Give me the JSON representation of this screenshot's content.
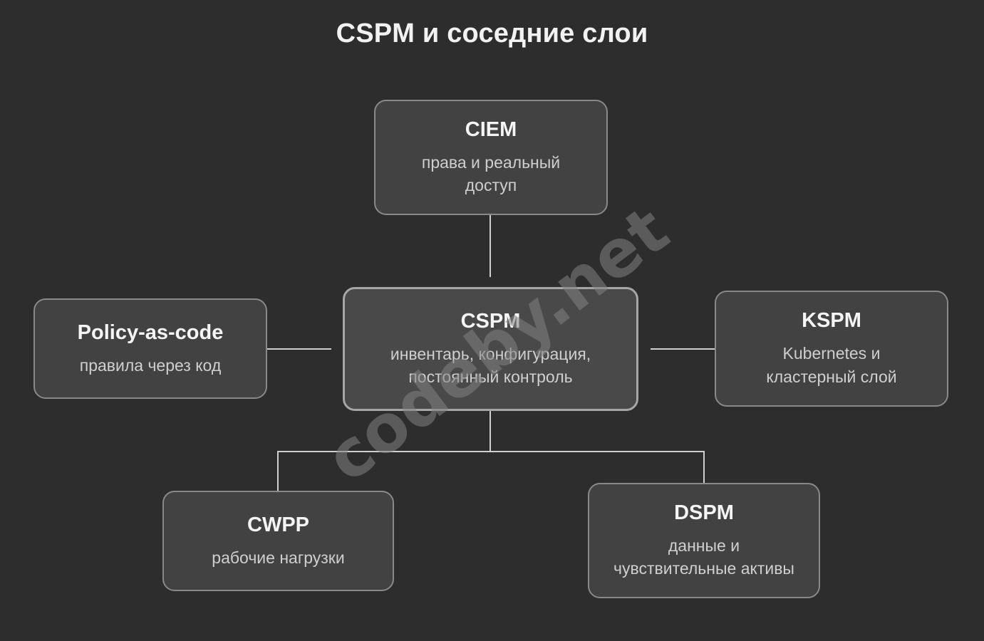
{
  "diagram": {
    "title": "CSPM и соседние слои",
    "nodes": {
      "ciem": {
        "title": "CIEM",
        "subtitle_line1": "права и реальный",
        "subtitle_line2": "доступ"
      },
      "cspm": {
        "title": "CSPM",
        "subtitle_line1": "инвентарь, конфигурация,",
        "subtitle_line2": "постоянный контроль"
      },
      "policy": {
        "title": "Policy-as-code",
        "subtitle_line1": "правила через код"
      },
      "kspm": {
        "title": "KSPM",
        "subtitle_line1": "Kubernetes и",
        "subtitle_line2": "кластерный слой"
      },
      "cwpp": {
        "title": "CWPP",
        "subtitle_line1": "рабочие нагрузки"
      },
      "dspm": {
        "title": "DSPM",
        "subtitle_line1": "данные и",
        "subtitle_line2": "чувствительные активы"
      }
    },
    "edges": [
      {
        "from": "cspm",
        "to": "ciem"
      },
      {
        "from": "cspm",
        "to": "policy"
      },
      {
        "from": "cspm",
        "to": "kspm"
      },
      {
        "from": "cspm",
        "to": "cwpp"
      },
      {
        "from": "cspm",
        "to": "dspm"
      }
    ]
  },
  "watermark": {
    "text": "codeby.net"
  },
  "colors": {
    "background": "#2e2d2e",
    "node_fill": "#434243",
    "node_border": "#8a898a",
    "center_border": "#a7a6a7",
    "connector": "#d0d0d0"
  }
}
